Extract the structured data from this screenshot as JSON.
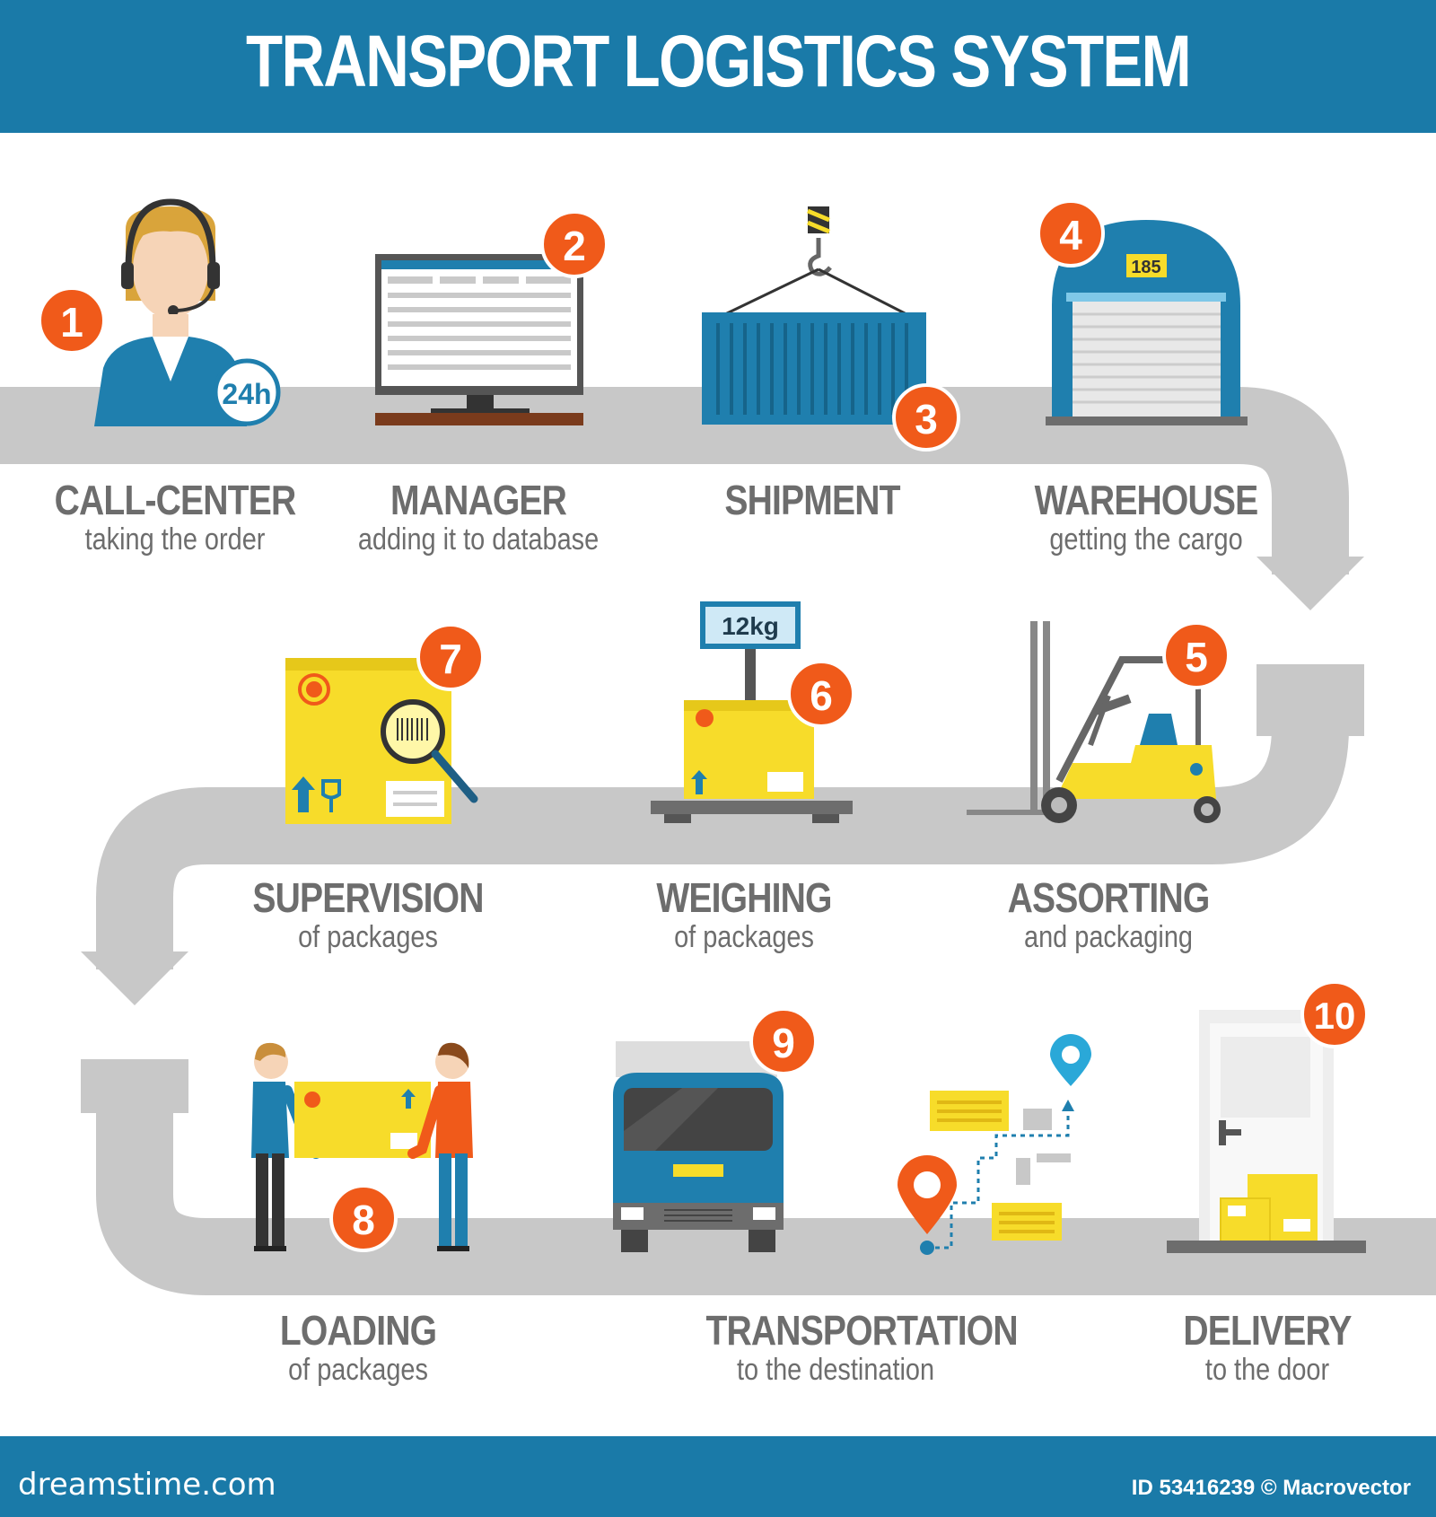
{
  "header": {
    "title": "TRANSPORT LOGISTICS SYSTEM"
  },
  "footer": {
    "brand": "dreamstime.com",
    "id_credit": "ID 53416239 © Macrovector"
  },
  "steps": [
    {
      "number": "1",
      "title": "CALL-CENTER",
      "subtitle": "taking the order",
      "icon": "call-center-operator-icon",
      "badge_text": "24h"
    },
    {
      "number": "2",
      "title": "MANAGER",
      "subtitle": "adding it to database",
      "icon": "monitor-database-icon"
    },
    {
      "number": "3",
      "title": "SHIPMENT",
      "subtitle": "",
      "icon": "container-crane-icon"
    },
    {
      "number": "4",
      "title": "WAREHOUSE",
      "subtitle": "getting the cargo",
      "icon": "warehouse-icon",
      "door_number": "185"
    },
    {
      "number": "5",
      "title": "ASSORTING",
      "subtitle": "and packaging",
      "icon": "forklift-icon"
    },
    {
      "number": "6",
      "title": "WEIGHING",
      "subtitle": "of packages",
      "icon": "scale-icon",
      "weight": "12kg"
    },
    {
      "number": "7",
      "title": "SUPERVISION",
      "subtitle": "of packages",
      "icon": "package-inspection-icon"
    },
    {
      "number": "8",
      "title": "LOADING",
      "subtitle": "of packages",
      "icon": "people-loading-icon"
    },
    {
      "number": "9",
      "title": "TRANSPORTATION",
      "subtitle": "to the destination",
      "icon": "truck-icon"
    },
    {
      "number": "10",
      "title": "DELIVERY",
      "subtitle": "to the door",
      "icon": "door-delivery-icon"
    }
  ],
  "colors": {
    "header_blue": "#1a7aa8",
    "badge_orange": "#f05a1a",
    "road_gray": "#c8c8c8",
    "box_yellow": "#f7dc2a",
    "icon_blue": "#1f7fae"
  }
}
